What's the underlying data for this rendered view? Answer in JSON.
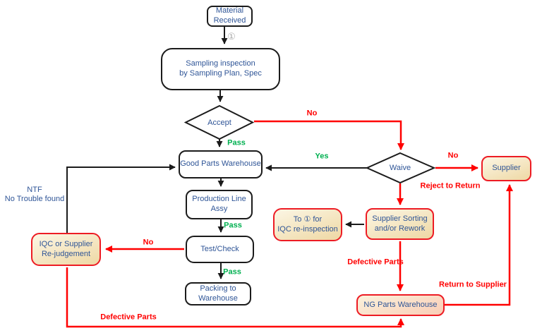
{
  "colors": {
    "node_text_blue": "#2F5597",
    "node_border_black": "#1b1b1b",
    "node_border_red": "#ED1C24",
    "line_red": "#FF0000",
    "label_green": "#00B050",
    "label_red": "#FF0000",
    "step_marker_gray": "#A8A8A8",
    "tan_fill_top": "#FCF6E4",
    "tan_fill_bottom": "#EED8A4",
    "ng_fill_bottom": "#F9CDB6"
  },
  "nodes": {
    "material_received": {
      "label": "Material\nReceived"
    },
    "sampling_inspection": {
      "label": "Sampling inspection\nby Sampling Plan, Spec"
    },
    "accept_decision": {
      "label": "Accept"
    },
    "good_parts_warehouse": {
      "label": "Good Parts Warehouse"
    },
    "production_line_assy": {
      "label": "Production Line\nAssy"
    },
    "test_check": {
      "label": "Test/Check"
    },
    "packing_to_warehouse": {
      "label": "Packing to\nWarehouse"
    },
    "iqc_or_supplier_rejudgement": {
      "label": "IQC or Supplier\nRe-judgement"
    },
    "waive_decision": {
      "label": "Waive"
    },
    "supplier": {
      "label": "Supplier"
    },
    "to_iqc_reinspection": {
      "label": "To ① for\nIQC re-inspection"
    },
    "supplier_sorting_rework": {
      "label": "Supplier Sorting\nand/or Rework"
    },
    "ng_parts_warehouse": {
      "label": "NG Parts Warehouse"
    }
  },
  "edge_labels": {
    "step_marker": "①",
    "pass_accept": "Pass",
    "pass_assy": "Pass",
    "pass_test": "Pass",
    "yes_waive": "Yes",
    "no_accept": "No",
    "no_waive": "No",
    "no_test": "No",
    "reject_to_return": "Reject to Return",
    "ntf": "NTF\nNo Trouble found",
    "defective_parts_right": "Defective Parts",
    "defective_parts_bottom": "Defective Parts",
    "return_to_supplier": "Return to Supplier"
  }
}
